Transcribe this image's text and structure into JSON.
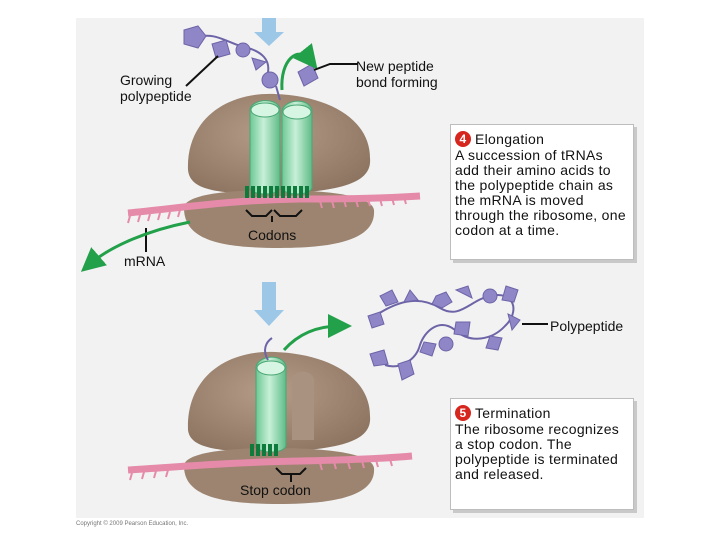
{
  "labels": {
    "growing_polypeptide": "Growing polypeptide",
    "new_peptide_bond": "New peptide bond forming",
    "codons": "Codons",
    "mrna": "mRNA",
    "polypeptide": "Polypeptide",
    "stop_codon": "Stop codon"
  },
  "steps": [
    {
      "number": "4",
      "title": "Elongation",
      "body": "A succession of tRNAs add their amino acids to the polypeptide chain as the mRNA is moved through the ribosome, one codon at a time."
    },
    {
      "number": "5",
      "title": "Termination",
      "body": "The ribosome recognizes a stop codon. The polypeptide is terminated and released."
    }
  ],
  "copyright": "Copyright © 2009 Pearson Education, Inc.",
  "colors": {
    "panel_bg": "#f2f2f2",
    "ribosome": "#a08874",
    "ribosome_dark": "#7e6654",
    "trna": "#8fd6ad",
    "anticodon": "#0e7a3c",
    "mrna": "#e58aa9",
    "amino_acid": "#8f86c8",
    "arrow_green": "#23a04a",
    "arrow_blue": "#9dc7e7",
    "step_badge": "#d7261e"
  }
}
